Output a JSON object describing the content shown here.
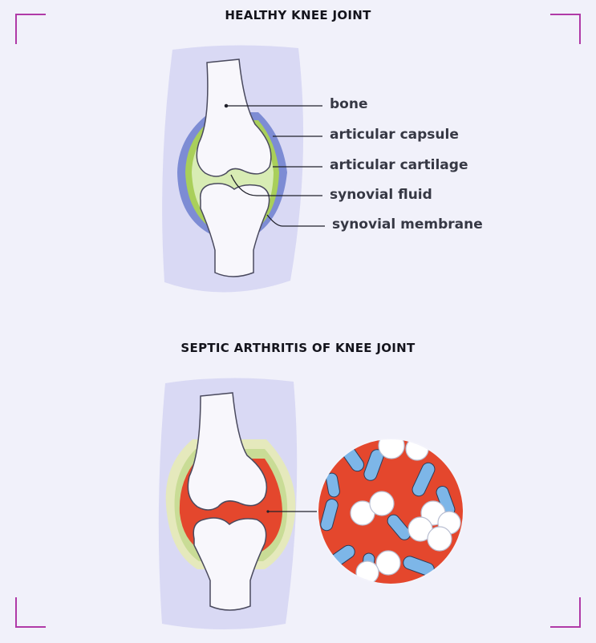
{
  "diagram": {
    "healthy": {
      "title": "HEALTHY KNEE JOINT",
      "labels": {
        "bone": "bone",
        "capsule": "articular capsule",
        "cartilage": "articular cartilage",
        "fluid": "synovial fluid",
        "membrane": "synovial membrane"
      }
    },
    "septic": {
      "title": "SEPTIC ARTHRITIS OF KNEE JOINT"
    }
  },
  "colors": {
    "background": "#f1f1fa",
    "limb": "#d9d9f4",
    "bone": "#f8f7fc",
    "capsule": "#7d8cd4",
    "membrane": "#a9cf5a",
    "synovial_fluid": "#d8ecb4",
    "pus": "#e4472d",
    "bacteria": "#7db6e8",
    "white_cells": "#ffffff",
    "corner_marks": "#b03aa7"
  }
}
